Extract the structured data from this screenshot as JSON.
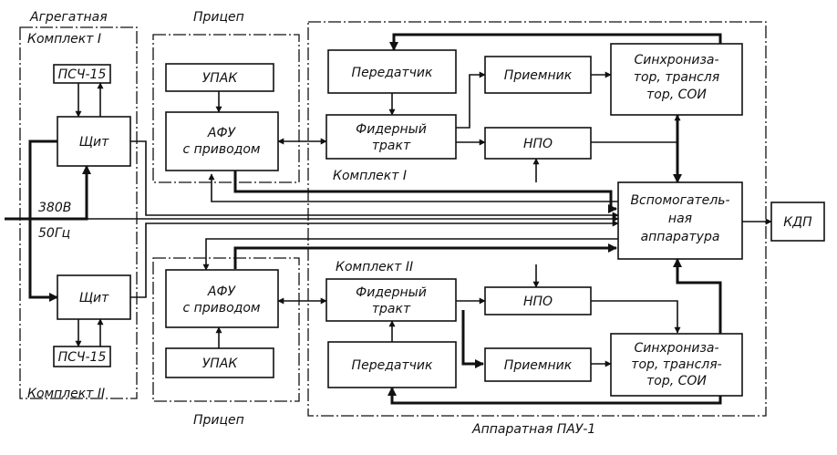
{
  "groups": {
    "aggregate": "Агрегатная",
    "trailer_top": "Прицеп",
    "trailer_bottom": "Прицеп",
    "hardware_room": "Аппаратная ПАУ-1"
  },
  "labels": {
    "kit1_left": "Комплект I",
    "kit2_left": "Комплект II",
    "kit1_right": "Комплект I",
    "kit2_right": "Комплект II",
    "voltage": "380В",
    "frequency": "50Гц"
  },
  "blocks": {
    "psch_top": "ПСЧ-15",
    "shield_top": "Щит",
    "shield_bottom": "Щит",
    "psch_bottom": "ПСЧ-15",
    "upak_top": "УПАК",
    "afu_top_l1": "АФУ",
    "afu_top_l2": "с приводом",
    "afu_bot_l1": "АФУ",
    "afu_bot_l2": "с приводом",
    "upak_bottom": "УПАК",
    "tx_top": "Передатчик",
    "feeder_top_l1": "Фидерный",
    "feeder_top_l2": "тракт",
    "rx_top": "Приемник",
    "npo_top": "НПО",
    "sync_top_l1": "Синхрониза-",
    "sync_top_l2": "тор, трансля",
    "sync_top_l3": "тор, СОИ",
    "aux_l1": "Вспомогатель-",
    "aux_l2": "ная",
    "aux_l3": "аппаратура",
    "kdp": "КДП",
    "feeder_bot_l1": "Фидерный",
    "feeder_bot_l2": "тракт",
    "npo_bottom": "НПО",
    "tx_bottom": "Передатчик",
    "rx_bottom": "Приемник",
    "sync_bot_l1": "Синхрониза-",
    "sync_bot_l2": "тор, трансля-",
    "sync_bot_l3": "тор, СОИ"
  }
}
